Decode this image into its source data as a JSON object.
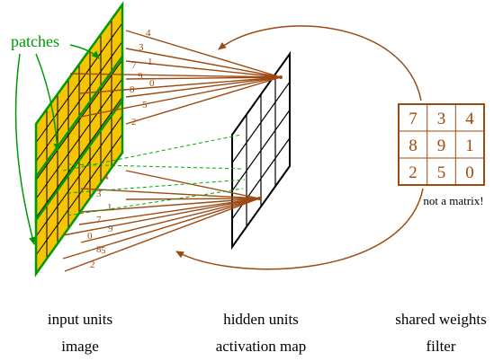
{
  "patches_label": "patches",
  "input_weights_top": [
    "4",
    "3",
    "1",
    "7",
    "9",
    "0",
    "8",
    "5",
    "2"
  ],
  "input_weights_bottom": [
    "4",
    "3",
    "1",
    "7",
    "9",
    "0",
    "8",
    "5",
    "2"
  ],
  "filter": {
    "cells": [
      [
        "7",
        "3",
        "4"
      ],
      [
        "8",
        "9",
        "1"
      ],
      [
        "2",
        "5",
        "0"
      ]
    ],
    "note": "not a matrix!"
  },
  "captions": {
    "input": {
      "line1": "input units",
      "line2": "image"
    },
    "hidden": {
      "line1": "hidden units",
      "line2": "activation map"
    },
    "filter": {
      "line1": "shared weights",
      "line2": "filter"
    }
  },
  "colors": {
    "image_fill": "#f6c500",
    "green": "#009900",
    "brown": "#9c4a12",
    "dashed_green": "#00aa00",
    "black": "#000000"
  }
}
